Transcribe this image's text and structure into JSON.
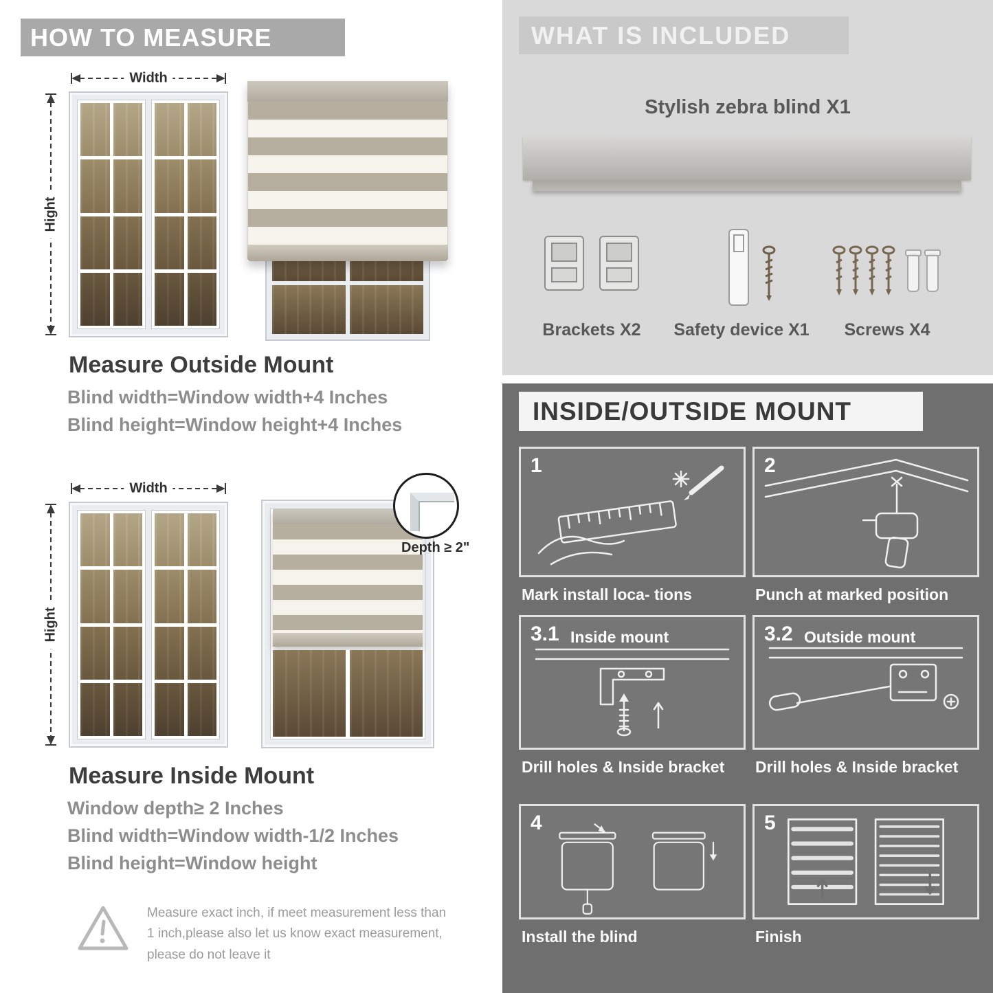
{
  "colors": {
    "banner_gray": "#a9a9a9",
    "panel_light_gray": "#d9d9d9",
    "panel_dark_gray": "#6f6f6f",
    "heading_dark": "#3d3d3d",
    "body_gray": "#8d8d8d"
  },
  "left": {
    "header": "HOW TO MEASURE",
    "outside": {
      "width_label": "Width",
      "height_label": "Hight",
      "title": "Measure Outside Mount",
      "lines": [
        "Blind width=Window width+4 Inches",
        "Blind height=Window height+4 Inches"
      ]
    },
    "inside": {
      "width_label": "Width",
      "height_label": "Hight",
      "depth_label": "Depth ≥ 2\"",
      "title": "Measure Inside Mount",
      "lines": [
        "Window depth≥ 2 Inches",
        "Blind width=Window width-1/2 Inches",
        "Blind height=Window height"
      ]
    },
    "warning_text": "Measure exact inch, if meet measurement less than 1 inch,please also let us know exact measurement, please do not leave it"
  },
  "right": {
    "included": {
      "header": "WHAT IS INCLUDED",
      "blind_label": "Stylish zebra blind X1",
      "items": [
        {
          "name": "brackets",
          "label": "Brackets X2"
        },
        {
          "name": "safety-device",
          "label": "Safety device X1"
        },
        {
          "name": "screws",
          "label": "Screws X4"
        }
      ]
    },
    "mount": {
      "header": "INSIDE/OUTSIDE MOUNT",
      "steps": [
        {
          "num": "1",
          "title": "",
          "caption": "Mark install loca- tions"
        },
        {
          "num": "2",
          "title": "",
          "caption": "Punch at  marked position"
        },
        {
          "num": "3.1",
          "title": "Inside mount",
          "caption": "Drill holes &  Inside bracket"
        },
        {
          "num": "3.2",
          "title": "Outside mount",
          "caption": "Drill holes &  Inside bracket"
        },
        {
          "num": "4",
          "title": "",
          "caption": "Install the blind"
        },
        {
          "num": "5",
          "title": "",
          "caption": "Finish"
        }
      ]
    }
  }
}
